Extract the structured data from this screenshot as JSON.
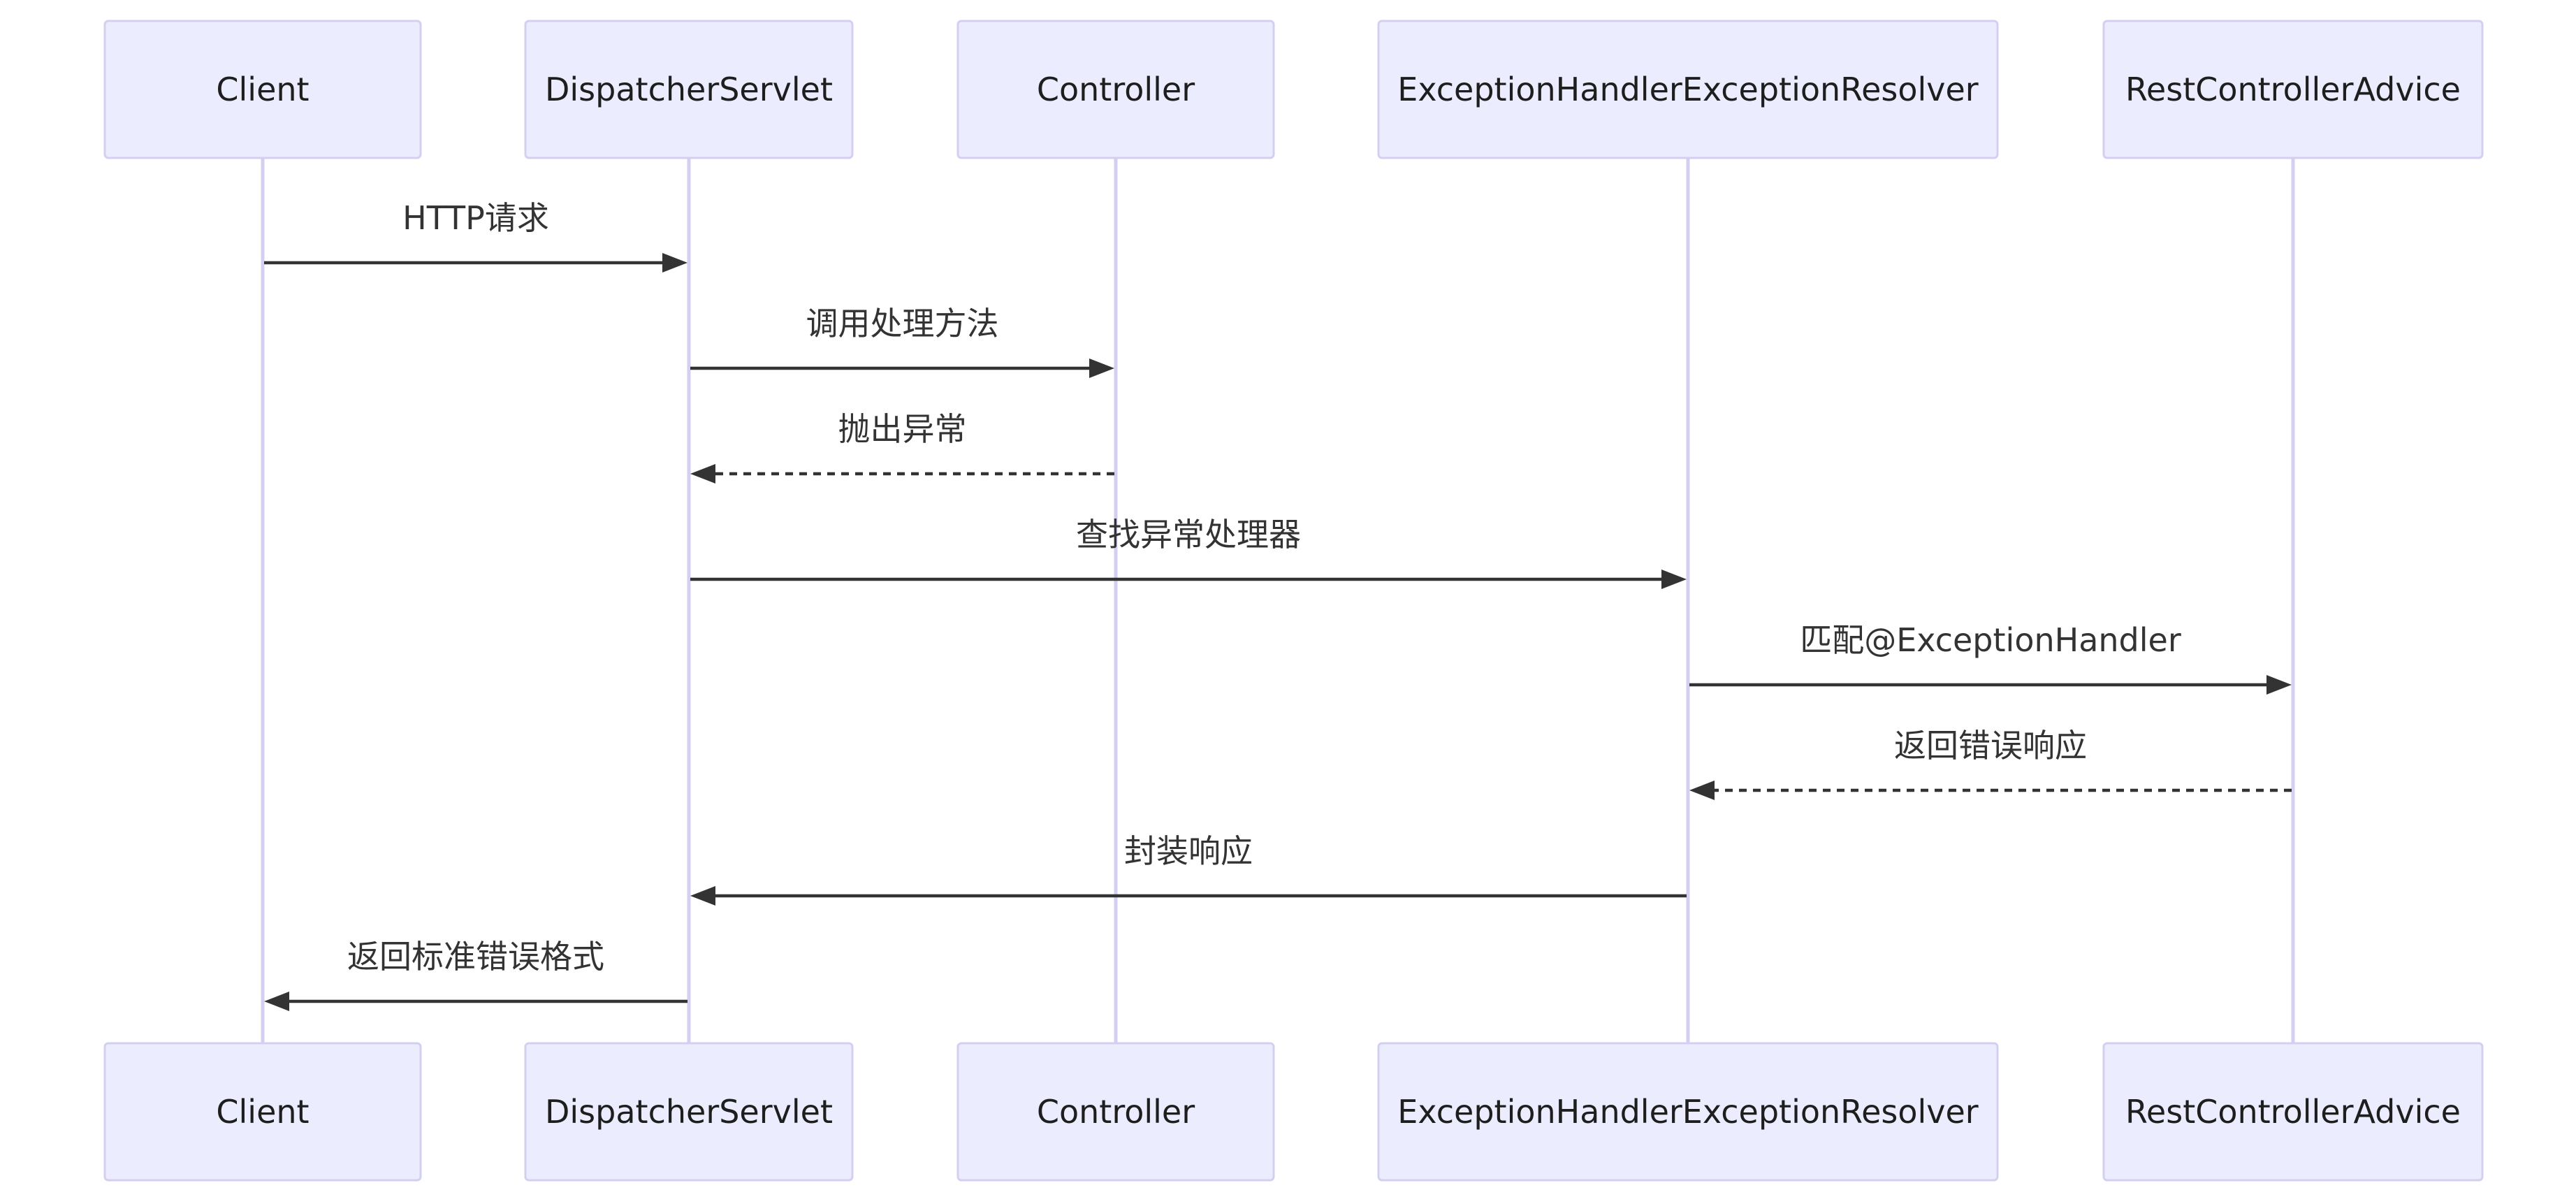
{
  "diagram": {
    "type": "sequence",
    "colors": {
      "actor_fill": "#ececff",
      "actor_border": "#d4cff0",
      "lifeline": "#d4cff0",
      "message_line": "#333333",
      "text": "#333333"
    },
    "participants": [
      {
        "id": "client",
        "label": "Client"
      },
      {
        "id": "dispatcher",
        "label": "DispatcherServlet"
      },
      {
        "id": "controller",
        "label": "Controller"
      },
      {
        "id": "resolver",
        "label": "ExceptionHandlerExceptionResolver"
      },
      {
        "id": "advice",
        "label": "RestControllerAdvice"
      }
    ],
    "messages": [
      {
        "from": 0,
        "to": 1,
        "label": "HTTP请求",
        "style": "solid"
      },
      {
        "from": 1,
        "to": 2,
        "label": "调用处理方法",
        "style": "solid"
      },
      {
        "from": 2,
        "to": 1,
        "label": "抛出异常",
        "style": "dashed"
      },
      {
        "from": 1,
        "to": 3,
        "label": "查找异常处理器",
        "style": "solid"
      },
      {
        "from": 3,
        "to": 4,
        "label": "匹配@ExceptionHandler",
        "style": "solid"
      },
      {
        "from": 4,
        "to": 3,
        "label": "返回错误响应",
        "style": "dashed"
      },
      {
        "from": 3,
        "to": 1,
        "label": "封装响应",
        "style": "solid"
      },
      {
        "from": 1,
        "to": 0,
        "label": "返回标准错误格式",
        "style": "solid"
      }
    ]
  }
}
